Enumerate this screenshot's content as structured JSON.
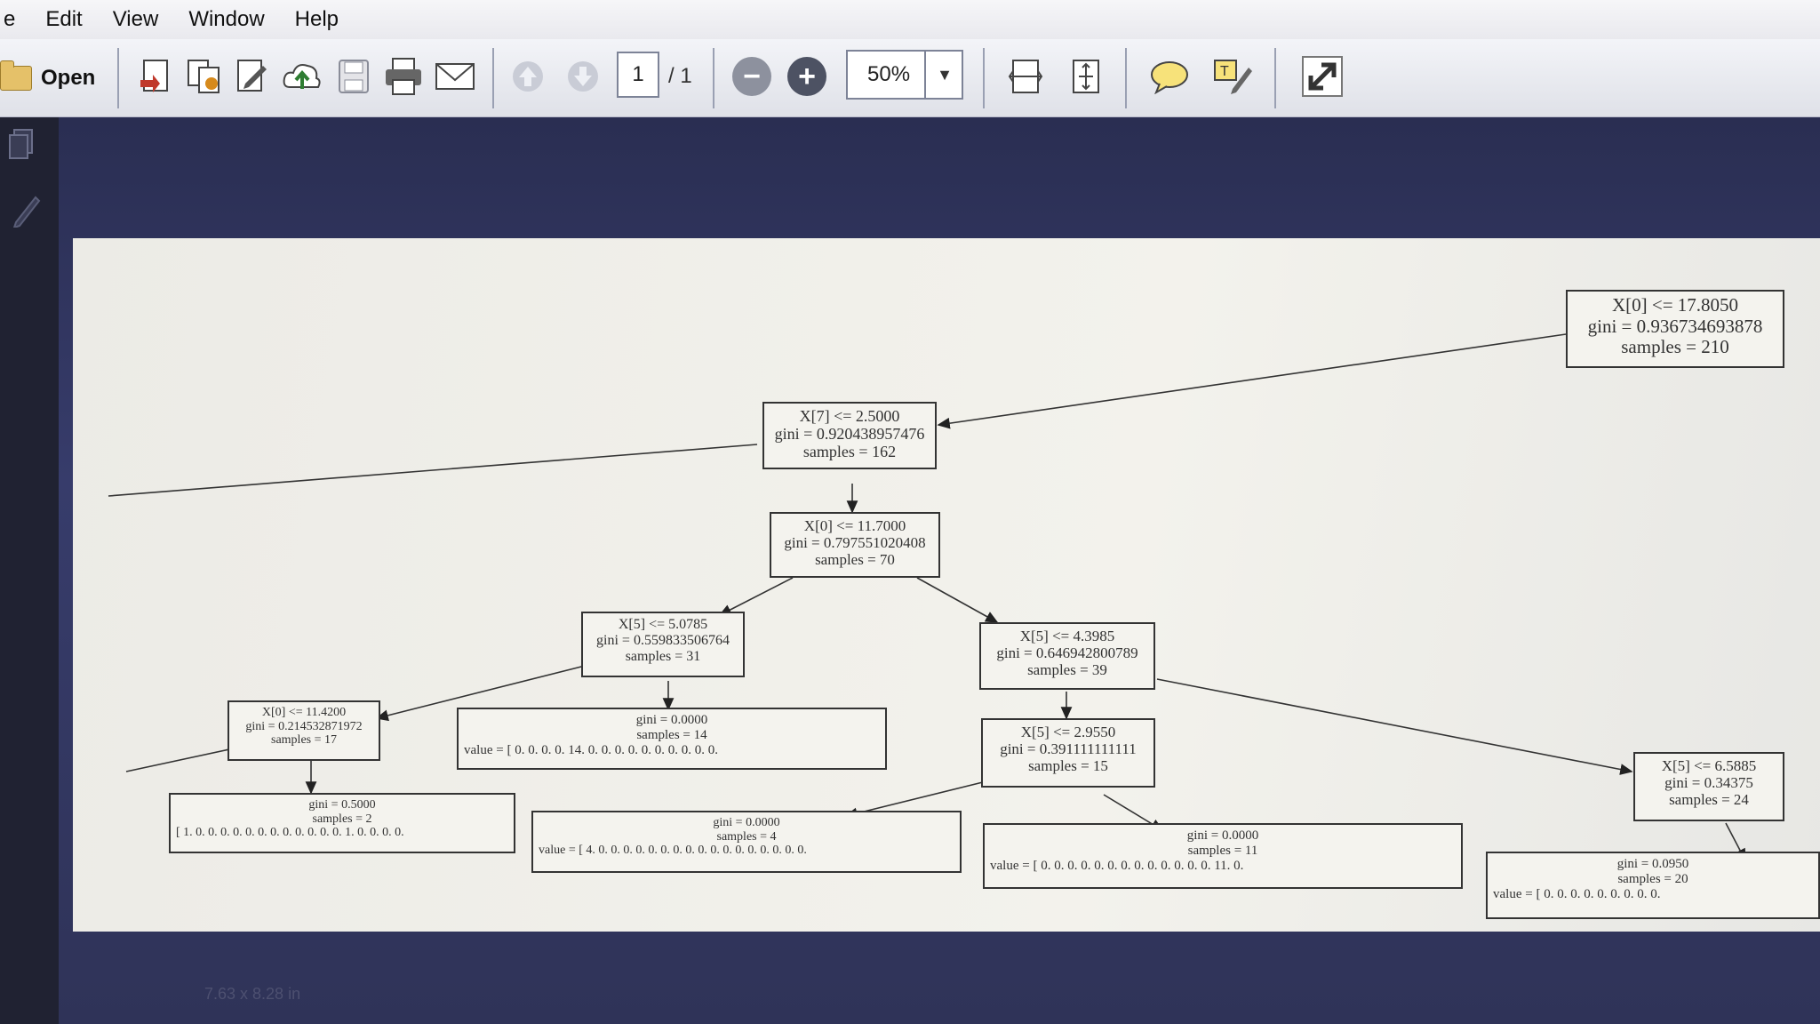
{
  "menu": {
    "items": [
      "e",
      "Edit",
      "View",
      "Window",
      "Help"
    ]
  },
  "toolbar": {
    "open_label": "Open",
    "page_current": "1",
    "page_total": "/ 1",
    "zoom": "50%"
  },
  "status": {
    "size": "7.63 x 8.28 in"
  },
  "tree": {
    "root": {
      "l1": "X[0] <= 17.8050",
      "l2": "gini = 0.936734693878",
      "l3": "samples = 210"
    },
    "n1": {
      "l1": "X[7] <= 2.5000",
      "l2": "gini = 0.920438957476",
      "l3": "samples = 162"
    },
    "n2": {
      "l1": "X[0] <= 11.7000",
      "l2": "gini = 0.797551020408",
      "l3": "samples = 70"
    },
    "n3": {
      "l1": "X[5] <= 5.0785",
      "l2": "gini = 0.559833506764",
      "l3": "samples = 31"
    },
    "n4": {
      "l1": "X[5] <= 4.3985",
      "l2": "gini = 0.646942800789",
      "l3": "samples = 39"
    },
    "n5": {
      "l1": "X[0] <= 11.4200",
      "l2": "gini = 0.214532871972",
      "l3": "samples = 17"
    },
    "n6": {
      "l1": "gini = 0.0000",
      "l2": "samples = 14",
      "l3": "value = [ 0.  0.  0.  0.  14.  0.  0.  0.  0.  0.  0.  0.  0.  0.  0."
    },
    "n7": {
      "l1": "X[5] <= 2.9550",
      "l2": "gini = 0.391111111111",
      "l3": "samples = 15"
    },
    "n8": {
      "l1": "X[5] <= 6.5885",
      "l2": "gini = 0.34375",
      "l3": "samples = 24"
    },
    "n9": {
      "l1": "gini = 0.5000",
      "l2": "samples = 2",
      "l3": "[ 1.  0.  0.  0.  0.  0.  0.  0.  0.  0.  0.  0.  0.  1.  0.  0.  0.  0."
    },
    "n10": {
      "l1": "gini = 0.0000",
      "l2": "samples = 4",
      "l3": "value = [ 4.  0.  0.  0.  0.  0.  0.  0.  0.  0.  0.  0.  0.  0.  0.  0.  0.  0."
    },
    "n11": {
      "l1": "gini = 0.0000",
      "l2": "samples = 11",
      "l3": "value = [ 0.  0.  0.  0.  0.  0.  0.  0.  0.  0.  0.  0.  0.  11.  0."
    },
    "n12": {
      "l1": "gini = 0.0950",
      "l2": "samples = 20",
      "l3": "value = [ 0.  0.  0.  0.  0.  0.  0.  0.  0."
    }
  }
}
